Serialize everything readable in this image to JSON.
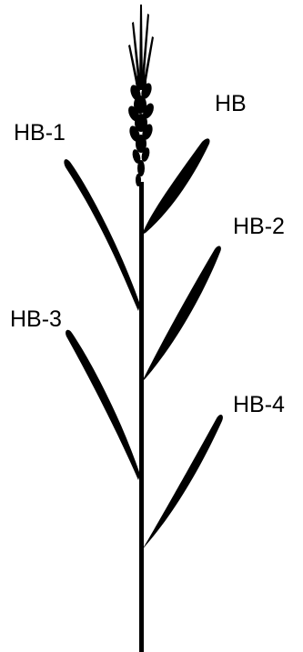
{
  "labels": {
    "hb": "HB",
    "hb1": "HB-1",
    "hb2": "HB-2",
    "hb3": "HB-3",
    "hb4": "HB-4"
  },
  "colors": {
    "plant": "#000000",
    "background": "#ffffff",
    "text": "#000000"
  }
}
